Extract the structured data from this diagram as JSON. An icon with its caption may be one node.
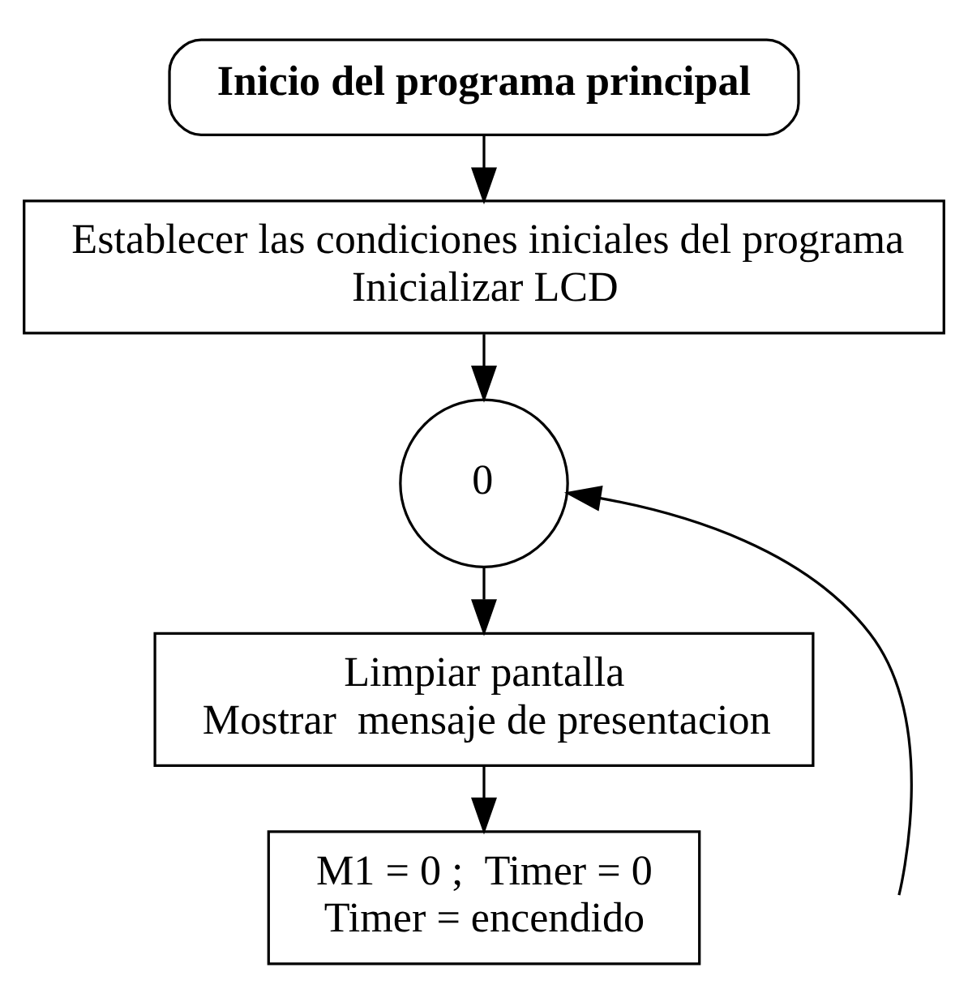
{
  "diagram": {
    "nodes": [
      {
        "text": [
          "Inicio del programa principal"
        ]
      },
      {
        "text": [
          "Establecer las condiciones iniciales del programa",
          "Inicializar LCD"
        ]
      },
      {
        "text": [
          "0"
        ]
      },
      {
        "text": [
          "Limpiar pantalla",
          "Mostrar  mensaje de presentacion"
        ]
      },
      {
        "text": [
          "M1 = 0 ;  Timer = 0",
          "Timer = encendido"
        ]
      }
    ],
    "edges": [
      {
        "from": 0,
        "to": 1,
        "arrow": "to"
      },
      {
        "from": 1,
        "to": 2,
        "arrow": "to"
      },
      {
        "from": 2,
        "to": 3,
        "arrow": "to"
      },
      {
        "from": 3,
        "to": 4,
        "arrow": "to"
      },
      {
        "from": null,
        "to": 2,
        "arrow": "to"
      }
    ]
  }
}
